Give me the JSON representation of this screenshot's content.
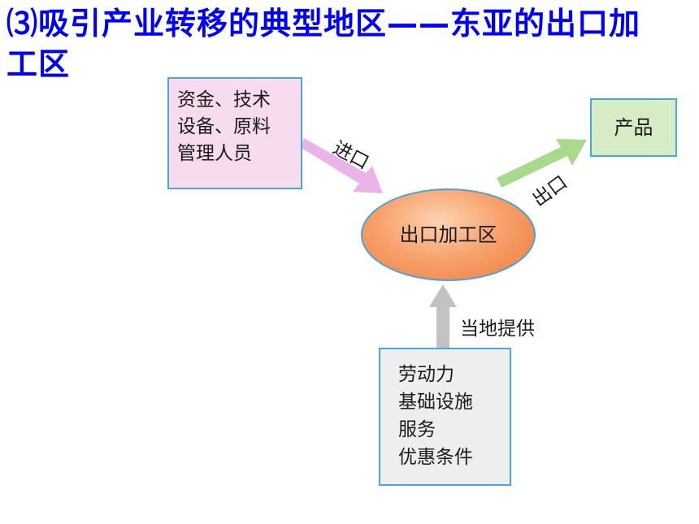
{
  "title": "⑶吸引产业转移的典型地区——东亚的出口加工区",
  "inputs_box": {
    "lines": [
      "资金、技术",
      "设备、原料",
      "管理人员"
    ]
  },
  "product_box": {
    "label": "产品"
  },
  "zone": {
    "label": "出口加工区"
  },
  "local_box": {
    "lines": [
      "劳动力",
      "基础设施",
      "服务",
      "优惠条件"
    ]
  },
  "labels": {
    "import": "进口",
    "export": "出口",
    "local": "当地提供"
  },
  "colors": {
    "title": "#0000ff",
    "import_arrow": "#ebb4e6",
    "export_arrow": "#a9d98b",
    "local_arrow": "#c2c2c2",
    "box_border": "#47a8dc"
  }
}
